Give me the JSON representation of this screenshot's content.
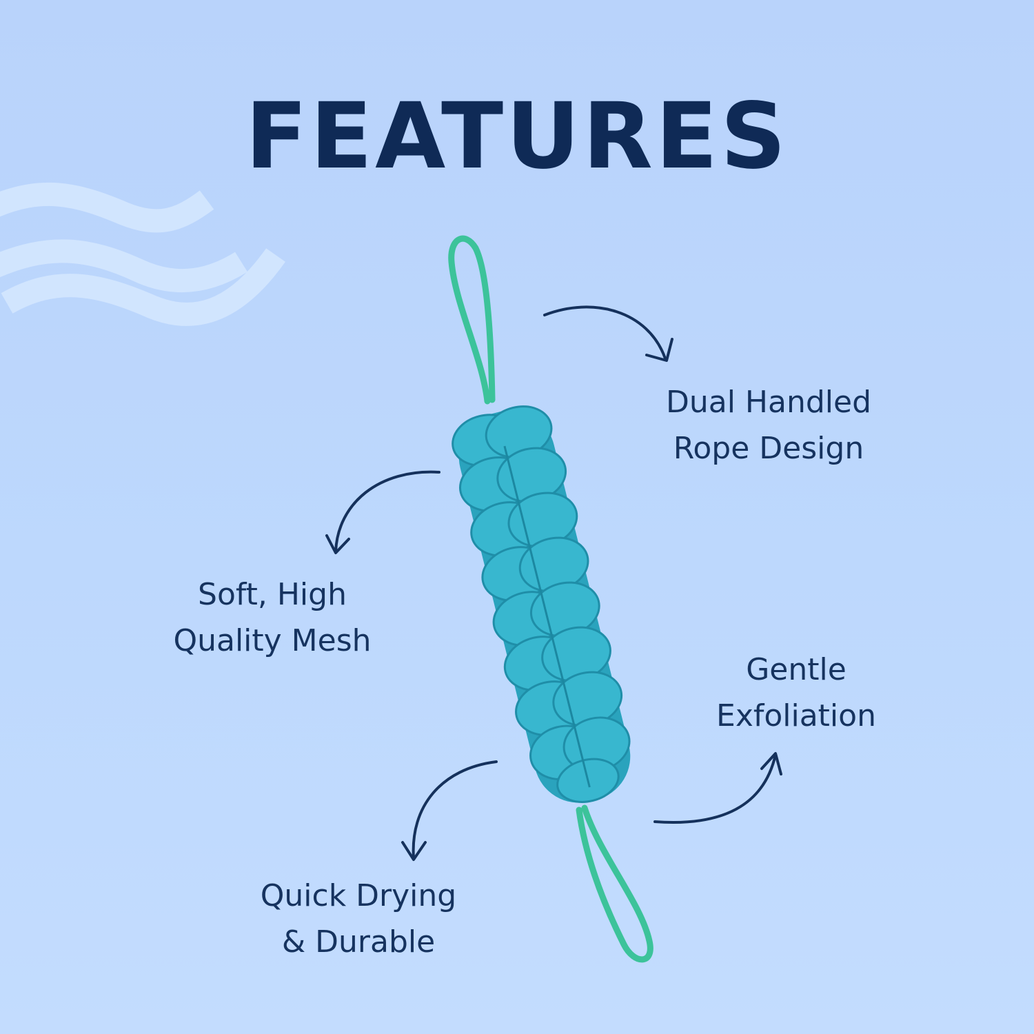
{
  "title": "FEATURES",
  "features": [
    {
      "line1": "Dual Handled",
      "line2": "Rope Design"
    },
    {
      "line1": "Soft, High",
      "line2": "Quality Mesh"
    },
    {
      "line1": "Gentle",
      "line2": "Exfoliation"
    },
    {
      "line1": "Quick Drying",
      "line2": "& Durable"
    }
  ],
  "colors": {
    "background": "#bdd8fd",
    "title": "#0f2a56",
    "text": "#16335f",
    "arrow": "#15315c",
    "scrubber": "#2aa8c2",
    "handle": "#3cc39a"
  }
}
